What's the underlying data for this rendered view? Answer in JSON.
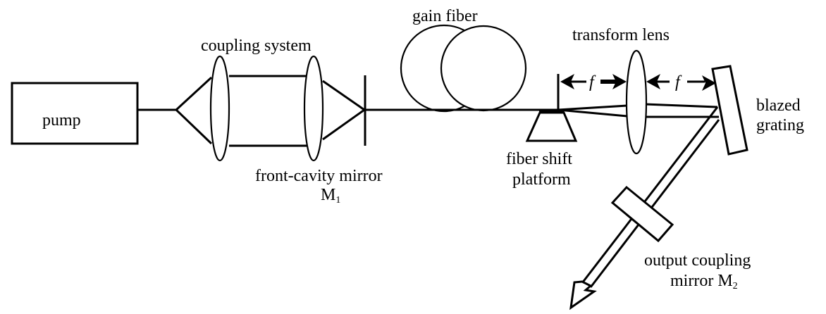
{
  "diagram": {
    "type": "optical-setup",
    "labels": {
      "pump": "pump",
      "coupling_system": "coupling system",
      "front_cavity_mirror": "front-cavity mirror",
      "front_cavity_mirror_symbol": "M",
      "front_cavity_mirror_sub": "1",
      "gain_fiber": "gain fiber",
      "fiber_shift_line1": "fiber shift",
      "fiber_shift_line2": "platform",
      "transform_lens": "transform lens",
      "focal_length_1": "f",
      "focal_length_2": "f",
      "blazed_line1": "blazed",
      "blazed_line2": "grating",
      "output_line1": "output coupling",
      "output_line2_prefix": "mirror M",
      "output_line2_sub": "2"
    },
    "components": [
      "pump",
      "coupling system",
      "front-cavity mirror M1",
      "gain fiber",
      "fiber shift platform",
      "transform lens",
      "blazed grating",
      "output coupling mirror M2"
    ],
    "colors": {
      "stroke": "#000000",
      "background": "#ffffff"
    }
  }
}
